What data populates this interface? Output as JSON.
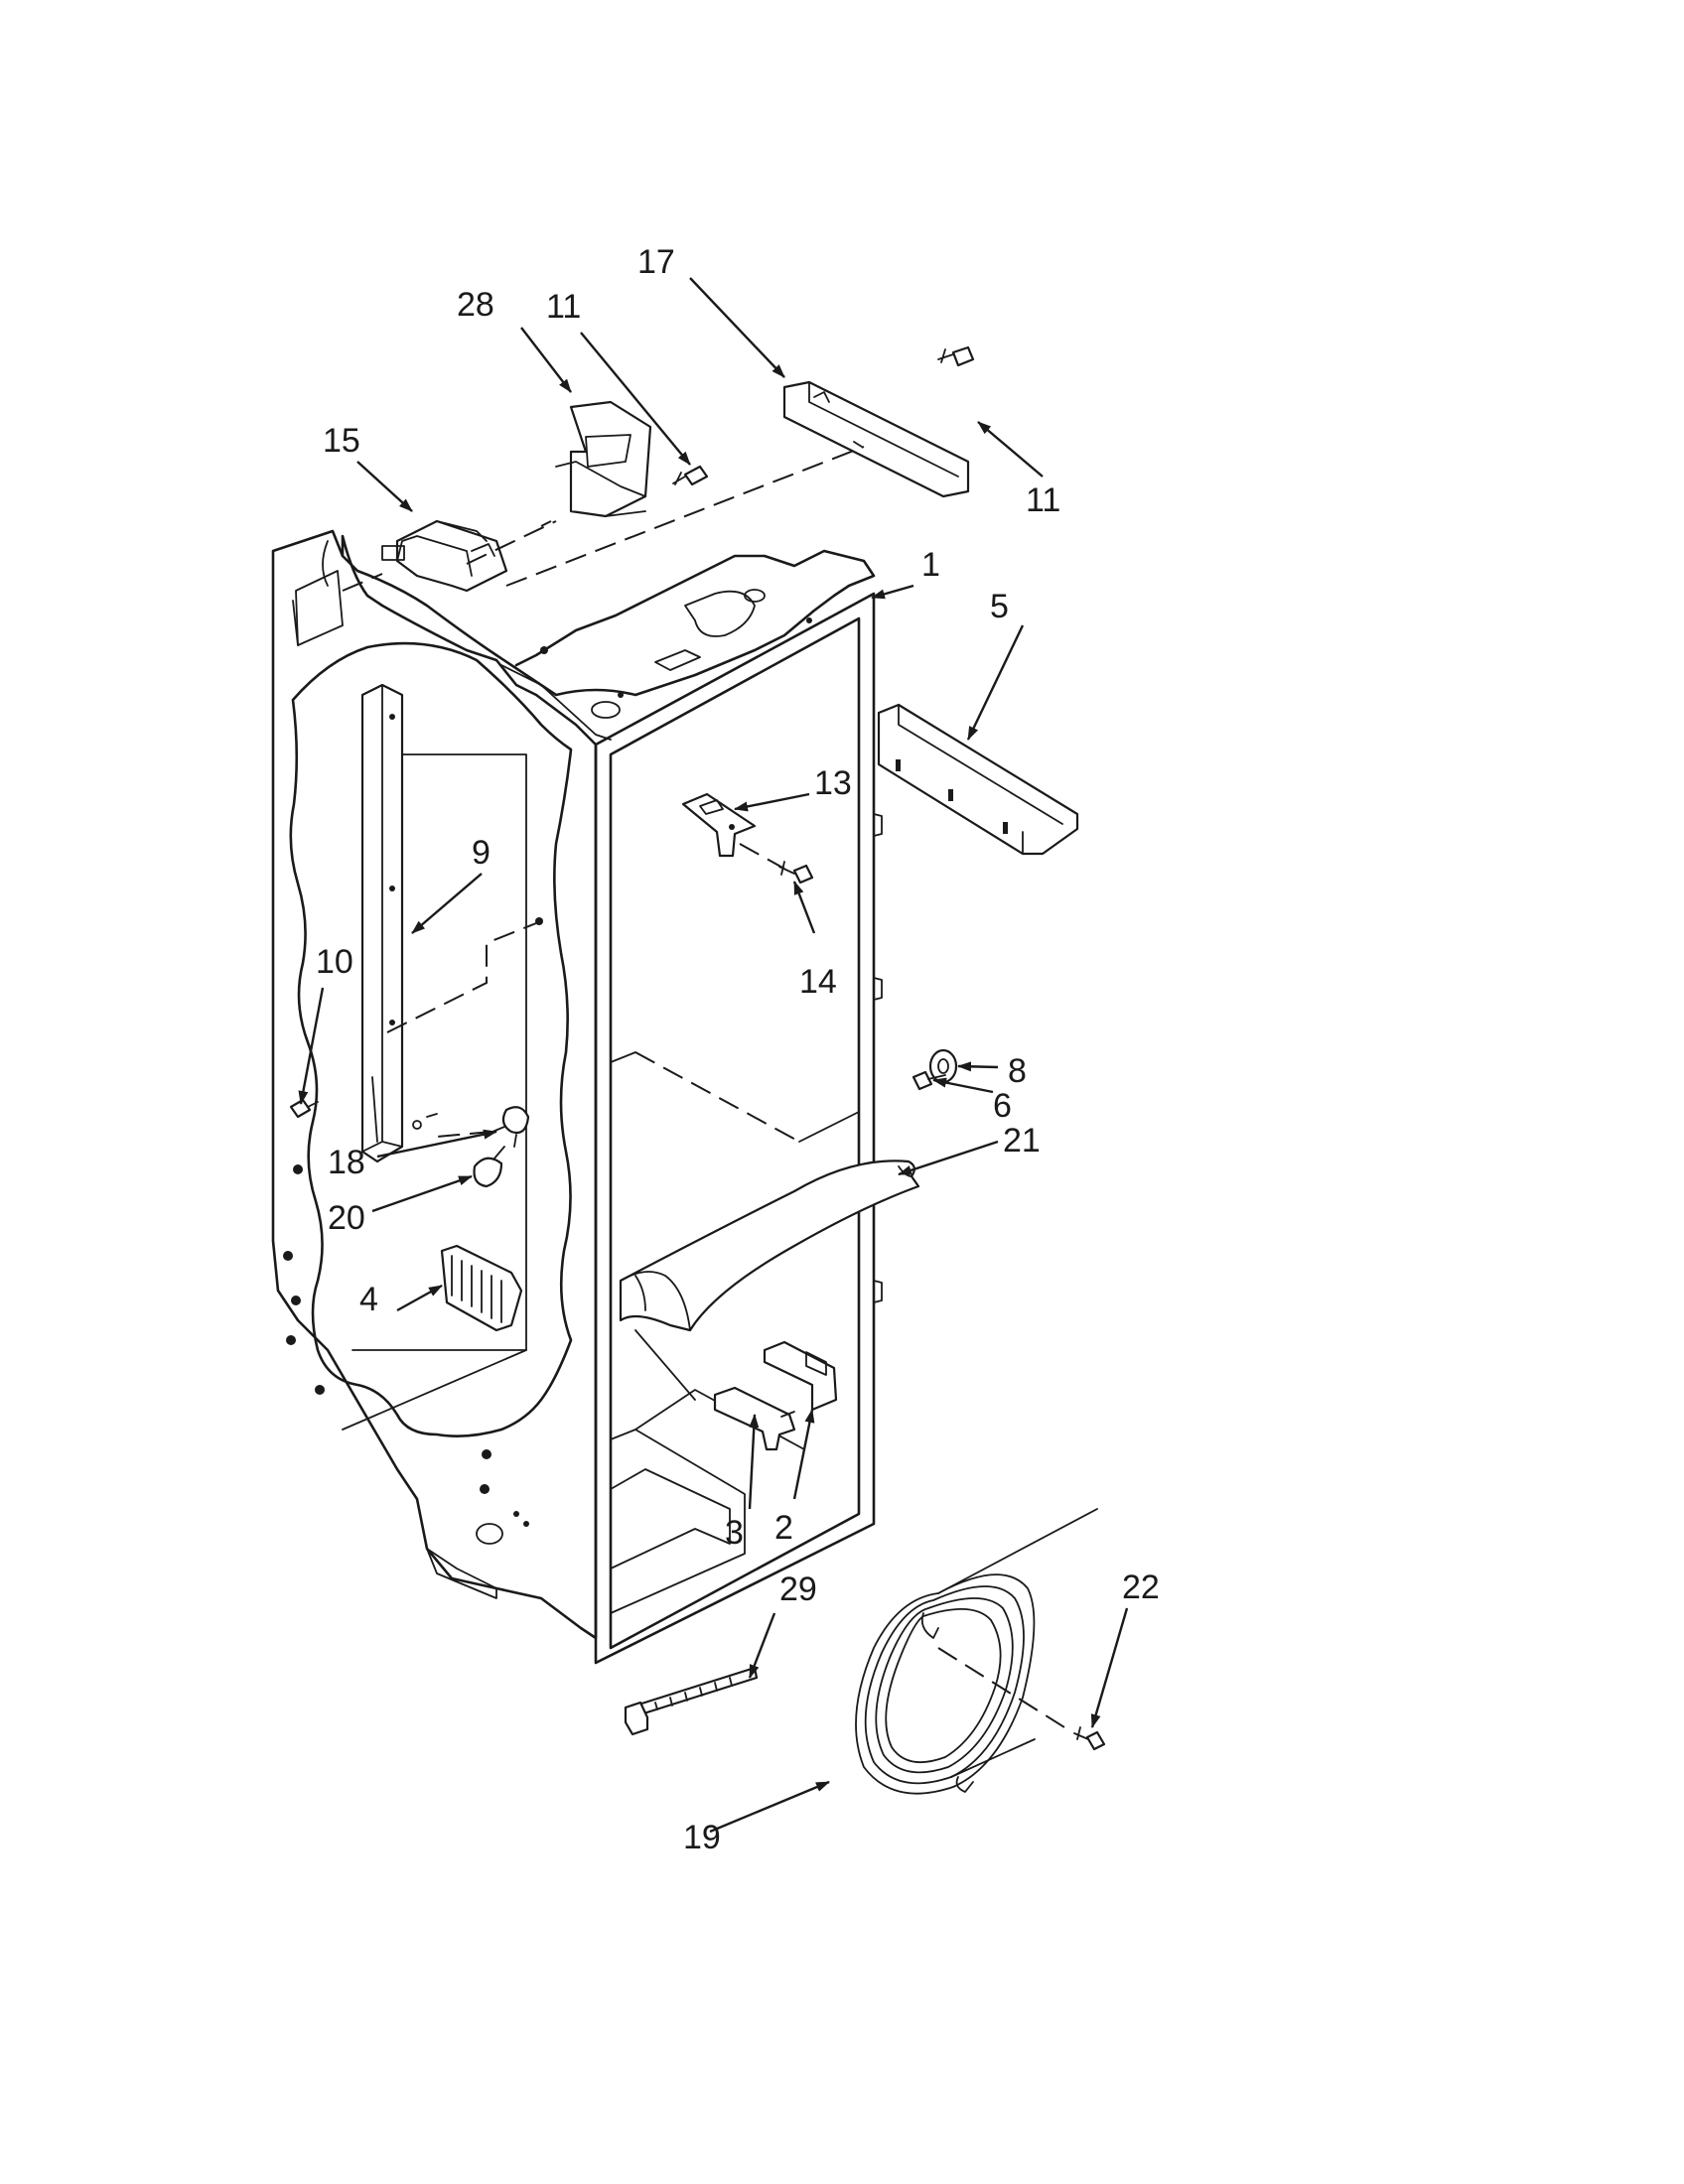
{
  "callouts": {
    "c1": "1",
    "c2": "2",
    "c3": "3",
    "c4": "4",
    "c5": "5",
    "c6": "6",
    "c8": "8",
    "c9": "9",
    "c10": "10",
    "c11a": "11",
    "c11b": "11",
    "c13": "13",
    "c14": "14",
    "c15": "15",
    "c17": "17",
    "c18": "18",
    "c19": "19",
    "c20": "20",
    "c21": "21",
    "c22": "22",
    "c28": "28",
    "c29": "29"
  }
}
